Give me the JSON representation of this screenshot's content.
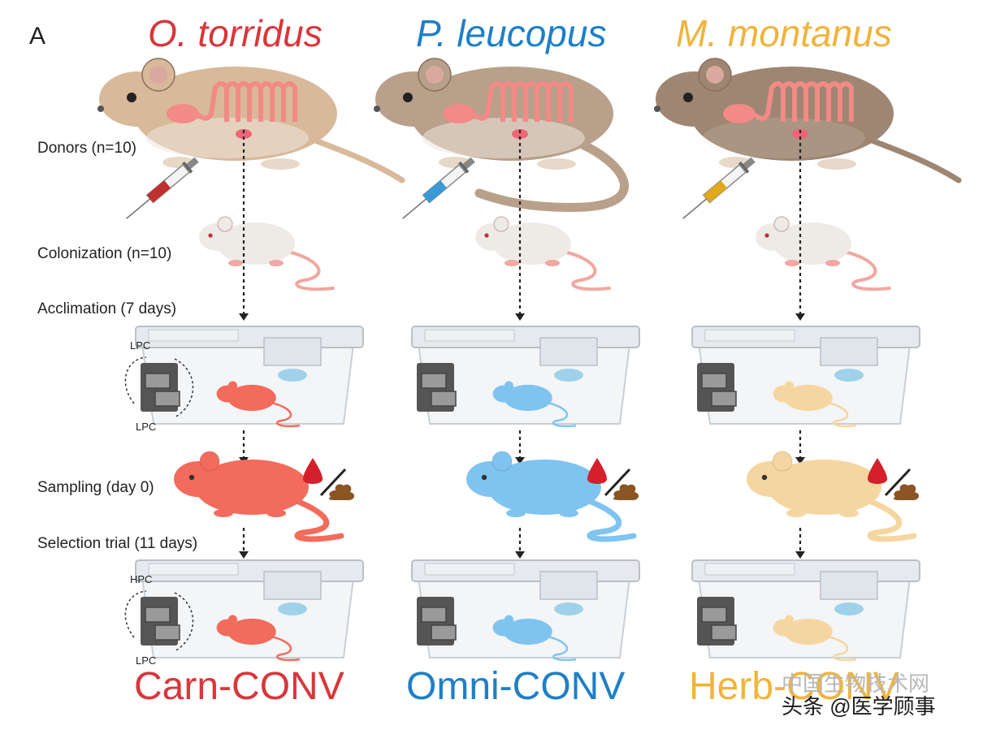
{
  "panel_letter": "A",
  "columns": [
    {
      "species": "O. torridus",
      "group": "Carn-CONV",
      "species_color": "#d8363b",
      "mouse_color": "#f26b5c",
      "syringe_color": "#c0302e",
      "donor_color": "#d8b99a"
    },
    {
      "species": "P. leucopus",
      "group": "Omni-CONV",
      "species_color": "#1e7fc8",
      "mouse_color": "#7fc4f0",
      "syringe_color": "#3a9ad8",
      "donor_color": "#b8a08a"
    },
    {
      "species": "M. montanus",
      "group": "Herb-CONV",
      "species_color": "#f0b43c",
      "mouse_color": "#f6d6a0",
      "syringe_color": "#e0a81c",
      "donor_color": "#9e8672"
    }
  ],
  "steps": {
    "donors": "Donors (n=10)",
    "colonization": "Colonization (n=10)",
    "acclimation": "Acclimation (7 days)",
    "sampling": "Sampling (day 0)",
    "selection": "Selection trial (11 days)"
  },
  "food_labels": {
    "lpc": "LPC",
    "hpc": "HPC"
  },
  "watermark": {
    "line1": "中国生物技术网",
    "line2": "头条 @医学顾事"
  }
}
